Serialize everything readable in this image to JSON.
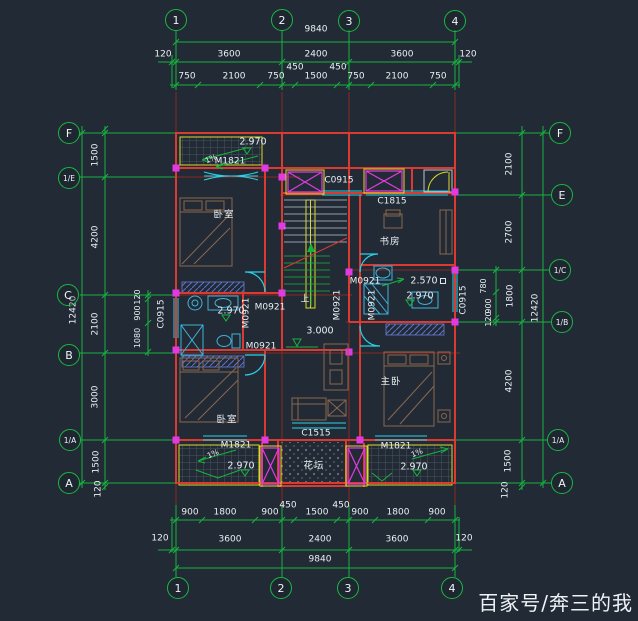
{
  "watermark": "百家号/奔三的我",
  "axes": {
    "cols": [
      "1",
      "2",
      "3",
      "4"
    ],
    "left": [
      "F",
      "1/E",
      "C",
      "B",
      "1/A",
      "A"
    ],
    "right": [
      "F",
      "E",
      "1/C",
      "1/B",
      "1/A",
      "A"
    ]
  },
  "dims": {
    "total_w": "9840",
    "total_h": "12420",
    "top_major": [
      "120",
      "3600",
      "2400",
      "3600",
      "120"
    ],
    "top_minor": [
      "750",
      "2100",
      "750",
      "450",
      "1500",
      "450",
      "750",
      "2100",
      "750"
    ],
    "bottom_major": [
      "120",
      "3600",
      "2400",
      "3600",
      "120"
    ],
    "bottom_minor": [
      "900",
      "1800",
      "900",
      "450",
      "1500",
      "450",
      "900",
      "1800",
      "900"
    ],
    "left_segs": [
      "1500",
      "4200",
      "2100",
      "3000",
      "1500",
      "120"
    ],
    "left_inner": [
      "120",
      "900",
      "1080"
    ],
    "right_segs": [
      "2100",
      "2700",
      "1800",
      "4200",
      "1500",
      "120"
    ],
    "right_inner": [
      "780",
      "900",
      "120"
    ]
  },
  "rooms": {
    "bedroom": "卧室",
    "study": "书房",
    "master": "主卧",
    "flowerbed": "花坛"
  },
  "tags": {
    "m1821": "M1821",
    "m0921": "M0921",
    "c0915": "C0915",
    "c1815": "C1815",
    "c1515": "C1515"
  },
  "levels": {
    "balcony": "2.970",
    "floor": "3.000",
    "bath": "2.570"
  },
  "notes": {
    "up": "上",
    "slope": "1%"
  }
}
